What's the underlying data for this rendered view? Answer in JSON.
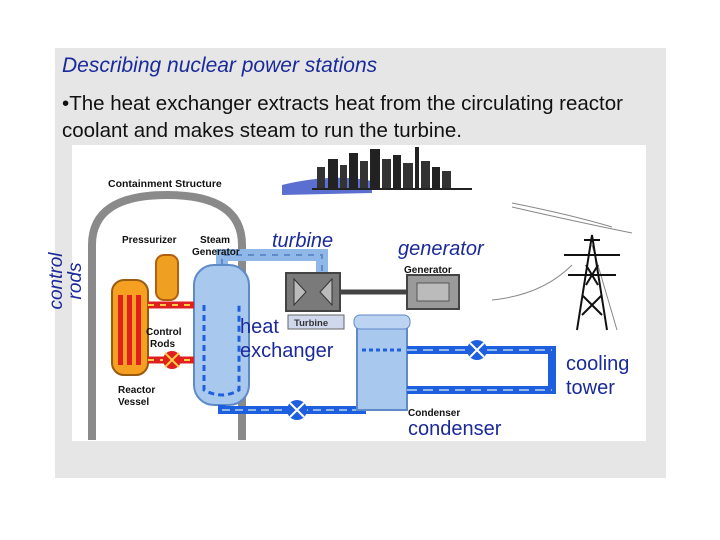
{
  "slide": {
    "title": "Describing nuclear power stations",
    "bullet_symbol": "•",
    "bullet_text": "The heat exchanger extracts heat from the circulating reactor coolant and makes steam to run the turbine."
  },
  "labels": {
    "turbine": "turbine",
    "generator": "generator",
    "heat_line1": "heat",
    "heat_line2": "exchanger",
    "control_line1": "control",
    "control_line2": "rods",
    "cooling_line1": "cooling",
    "cooling_line2": "tower",
    "condenser": "condenser"
  },
  "diagram_labels": {
    "containment": "Containment Structure",
    "pressurizer": "Pressurizer",
    "steam_generator_1": "Steam",
    "steam_generator_2": "Generator",
    "generator": "Generator",
    "turbine": "Turbine",
    "control_rods_1": "Control",
    "control_rods_2": "Rods",
    "reactor_vessel_1": "Reactor",
    "reactor_vessel_2": "Vessel",
    "condenser": "Condenser"
  },
  "colors": {
    "label_blue": "#1a2a9a",
    "coolant_red": "#e02020",
    "water_blue": "#1e5fe0",
    "steam_blue": "#8fb8e8",
    "containment_gray": "#8a8a8a"
  }
}
